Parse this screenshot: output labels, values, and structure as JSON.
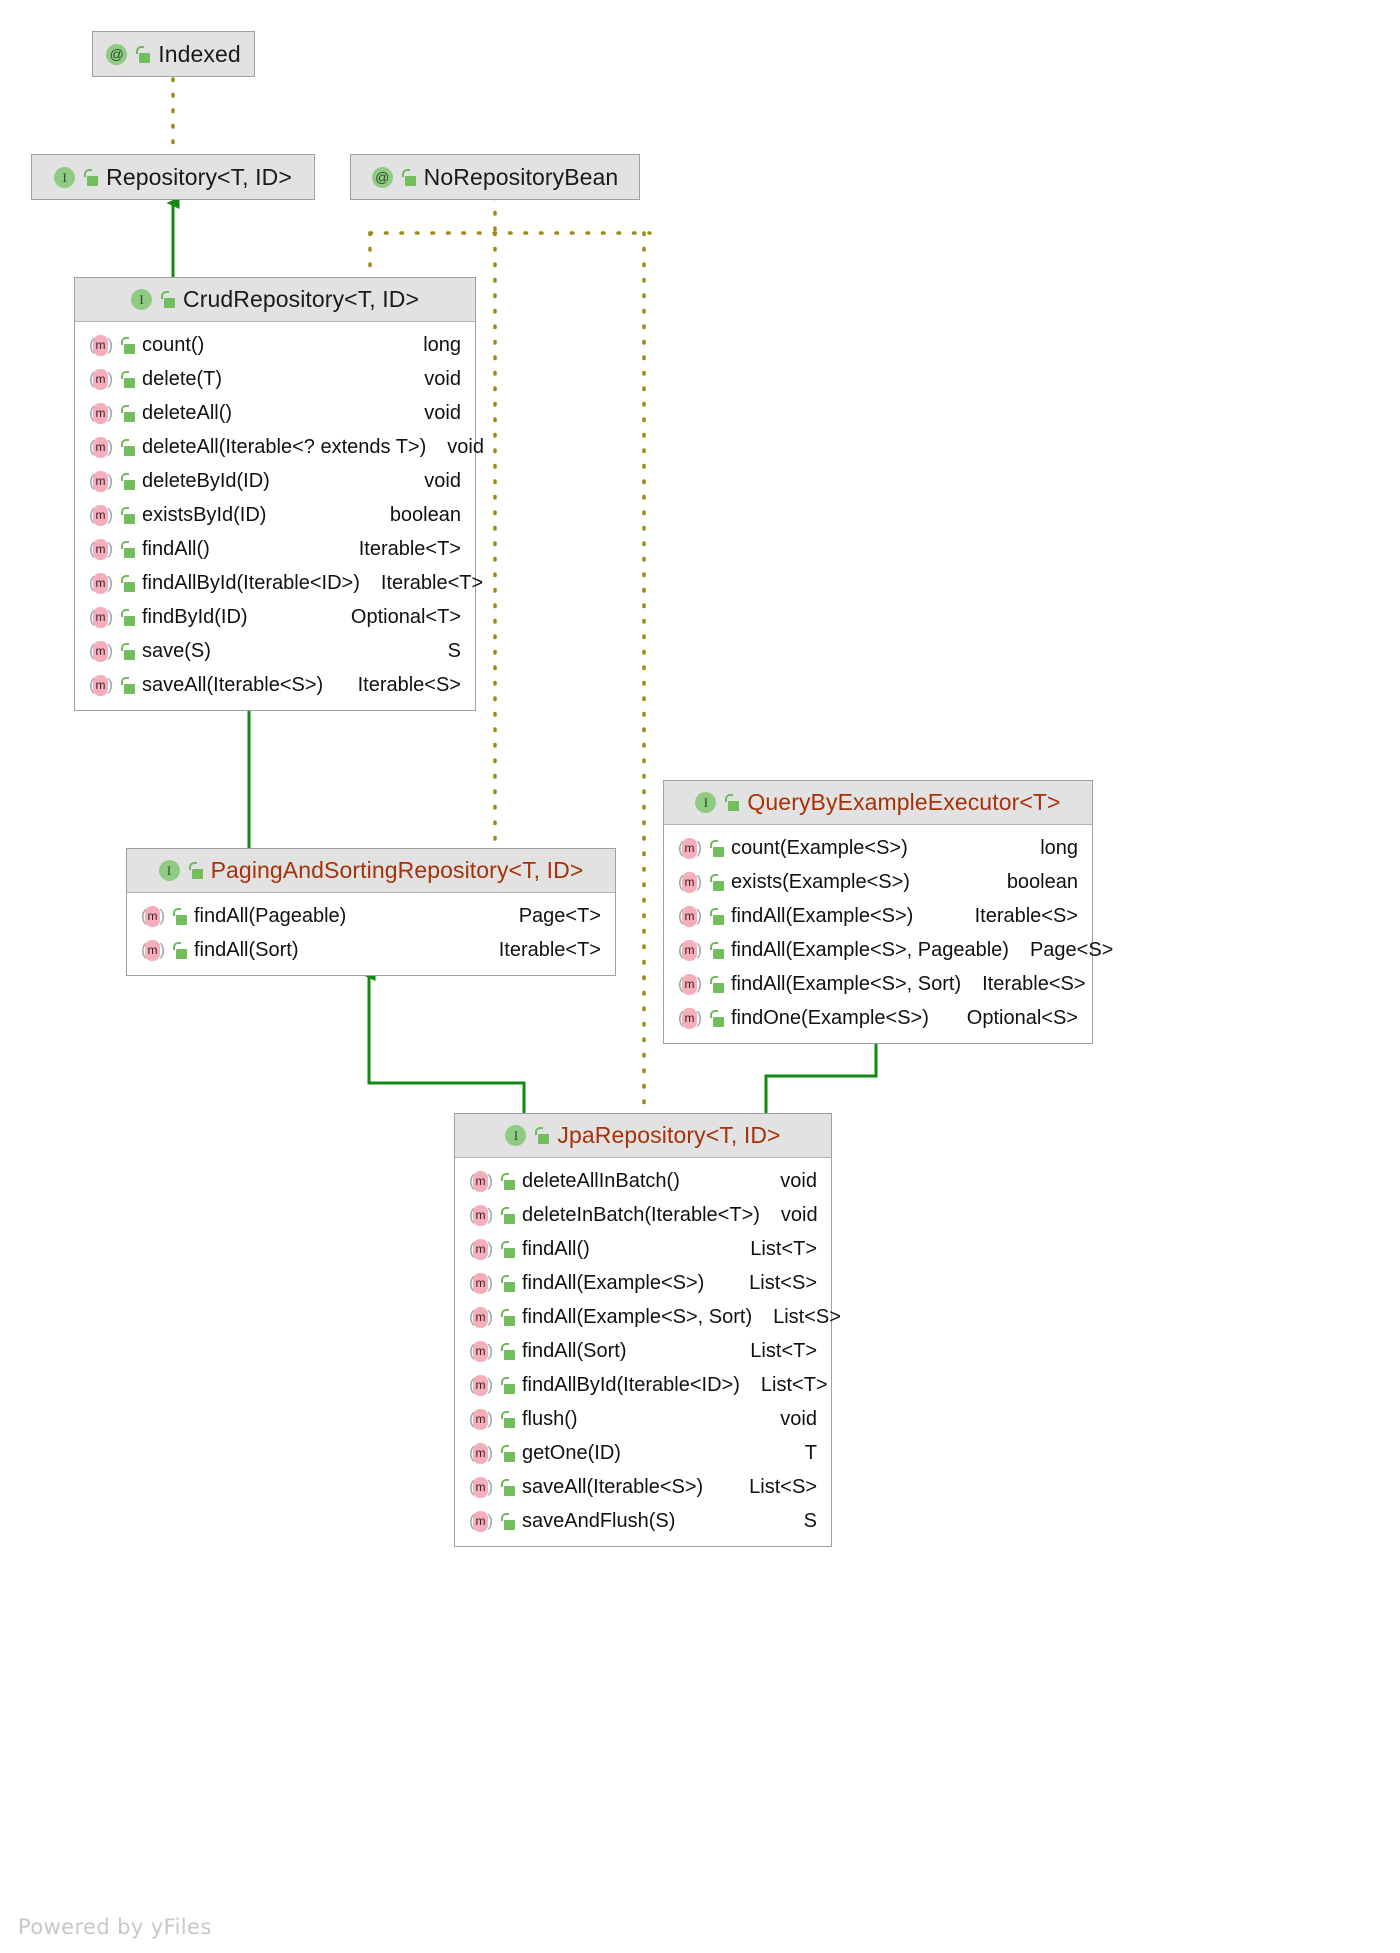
{
  "diagram": {
    "watermark": "Powered by yFiles",
    "colors": {
      "accent_title": "#a83208",
      "node_header_bg": "#e2e2e2",
      "inheritance_edge": "#128a12",
      "realization_edge": "#9a8b14",
      "interface_badge": "#8fcb82",
      "method_badge": "#f5aeba"
    },
    "icons": {
      "interface": "I",
      "annotation": "@",
      "method": "m",
      "visibility_lock": "unlocked-padlock-icon"
    },
    "nodes": [
      {
        "id": "indexed",
        "title": "Indexed",
        "stereotype": "annotation",
        "accent": false,
        "members": []
      },
      {
        "id": "repository",
        "title": "Repository<T, ID>",
        "stereotype": "interface",
        "accent": false,
        "members": []
      },
      {
        "id": "norepositorybean",
        "title": "NoRepositoryBean",
        "stereotype": "annotation",
        "accent": false,
        "members": []
      },
      {
        "id": "crudrepository",
        "title": "CrudRepository<T, ID>",
        "stereotype": "interface",
        "accent": false,
        "members": [
          {
            "name": "count()",
            "type": "long"
          },
          {
            "name": "delete(T)",
            "type": "void"
          },
          {
            "name": "deleteAll()",
            "type": "void"
          },
          {
            "name": "deleteAll(Iterable<? extends T>)",
            "type": "void"
          },
          {
            "name": "deleteById(ID)",
            "type": "void"
          },
          {
            "name": "existsById(ID)",
            "type": "boolean"
          },
          {
            "name": "findAll()",
            "type": "Iterable<T>"
          },
          {
            "name": "findAllById(Iterable<ID>)",
            "type": "Iterable<T>"
          },
          {
            "name": "findById(ID)",
            "type": "Optional<T>"
          },
          {
            "name": "save(S)",
            "type": "S"
          },
          {
            "name": "saveAll(Iterable<S>)",
            "type": "Iterable<S>"
          }
        ]
      },
      {
        "id": "pagingandsorting",
        "title": "PagingAndSortingRepository<T, ID>",
        "stereotype": "interface",
        "accent": true,
        "members": [
          {
            "name": "findAll(Pageable)",
            "type": "Page<T>"
          },
          {
            "name": "findAll(Sort)",
            "type": "Iterable<T>"
          }
        ]
      },
      {
        "id": "querybyexample",
        "title": "QueryByExampleExecutor<T>",
        "stereotype": "interface",
        "accent": true,
        "members": [
          {
            "name": "count(Example<S>)",
            "type": "long"
          },
          {
            "name": "exists(Example<S>)",
            "type": "boolean"
          },
          {
            "name": "findAll(Example<S>)",
            "type": "Iterable<S>"
          },
          {
            "name": "findAll(Example<S>, Pageable)",
            "type": "Page<S>"
          },
          {
            "name": "findAll(Example<S>, Sort)",
            "type": "Iterable<S>"
          },
          {
            "name": "findOne(Example<S>)",
            "type": "Optional<S>"
          }
        ]
      },
      {
        "id": "jparepository",
        "title": "JpaRepository<T, ID>",
        "stereotype": "interface",
        "accent": true,
        "members": [
          {
            "name": "deleteAllInBatch()",
            "type": "void"
          },
          {
            "name": "deleteInBatch(Iterable<T>)",
            "type": "void"
          },
          {
            "name": "findAll()",
            "type": "List<T>"
          },
          {
            "name": "findAll(Example<S>)",
            "type": "List<S>"
          },
          {
            "name": "findAll(Example<S>, Sort)",
            "type": "List<S>"
          },
          {
            "name": "findAll(Sort)",
            "type": "List<T>"
          },
          {
            "name": "findAllById(Iterable<ID>)",
            "type": "List<T>"
          },
          {
            "name": "flush()",
            "type": "void"
          },
          {
            "name": "getOne(ID)",
            "type": "T"
          },
          {
            "name": "saveAll(Iterable<S>)",
            "type": "List<S>"
          },
          {
            "name": "saveAndFlush(S)",
            "type": "S"
          }
        ]
      }
    ]
  }
}
